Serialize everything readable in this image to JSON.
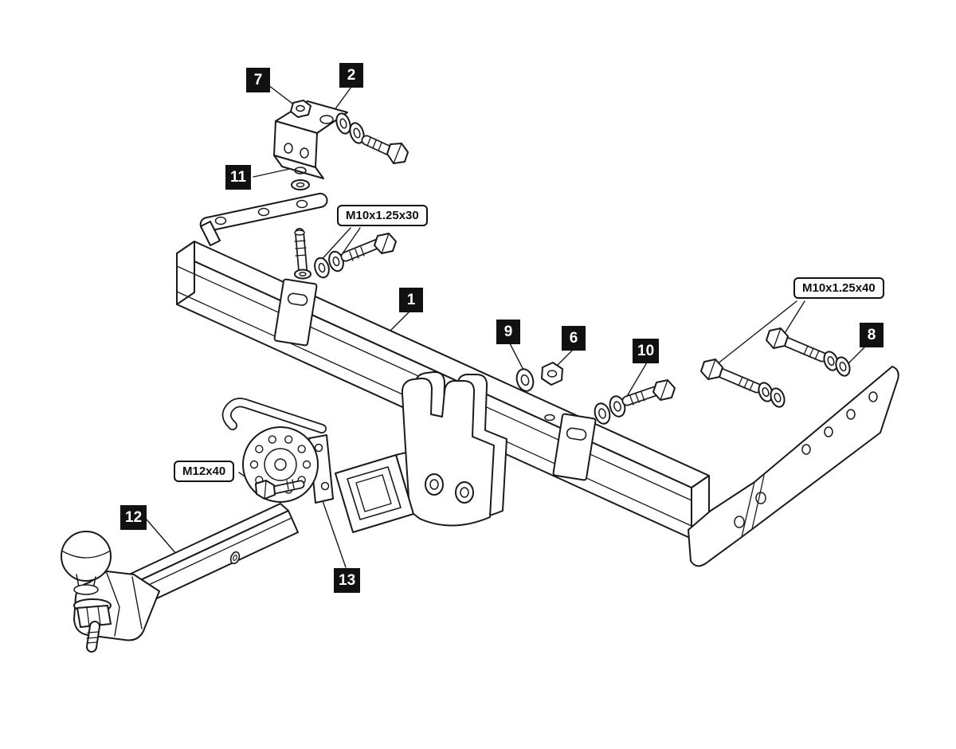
{
  "diagram": {
    "background": "#ffffff",
    "line_color": "#1a1a1a",
    "callout_bg": "#111111",
    "callout_fg": "#ffffff",
    "callouts": [
      {
        "label": "7"
      },
      {
        "label": "2"
      },
      {
        "label": "11"
      },
      {
        "label": "1"
      },
      {
        "label": "9"
      },
      {
        "label": "6"
      },
      {
        "label": "10"
      },
      {
        "label": "8"
      },
      {
        "label": "12"
      },
      {
        "label": "13"
      }
    ],
    "spec_labels": [
      {
        "label": "M10x1.25x30"
      },
      {
        "label": "M10x1.25x40"
      },
      {
        "label": "M12x40"
      }
    ]
  }
}
